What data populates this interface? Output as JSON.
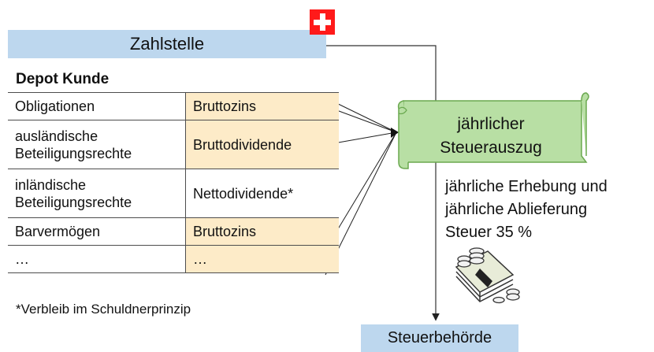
{
  "header": {
    "title": "Zahlstelle",
    "flag_icon": "swiss-flag-icon"
  },
  "depot": {
    "title": "Depot Kunde",
    "rows": [
      {
        "asset": [
          "Obligationen"
        ],
        "income": "Bruttozins",
        "highlighted": true
      },
      {
        "asset": [
          "ausländische",
          "Beteiligungsrechte"
        ],
        "income": "Bruttodividende",
        "highlighted": true
      },
      {
        "asset": [
          "inländische",
          "Beteiligungsrechte"
        ],
        "income": "Nettodividende*",
        "highlighted": false
      },
      {
        "asset": [
          "Barvermögen"
        ],
        "income": "Bruttozins",
        "highlighted": true
      },
      {
        "asset": [
          "…"
        ],
        "income": "…",
        "highlighted": true
      }
    ],
    "footnote": "*Verbleib im Schuldnerprinzip"
  },
  "statement": {
    "line1": "jährlicher",
    "line2": "Steuerauszug"
  },
  "collection": {
    "line1": "jährliche Erhebung und",
    "line2": "jährliche Ablieferung",
    "line3": "Steuer 35 %",
    "money_icon": "money-stack-icon"
  },
  "authority": {
    "title": "Steuerbehörde"
  },
  "colors": {
    "box_blue": "#bdd7ee",
    "highlight_cell": "#fdebc8",
    "scroll_fill": "#b8dfa4",
    "scroll_stroke": "#6aa84f",
    "flag_red": "#ff1a1a"
  }
}
